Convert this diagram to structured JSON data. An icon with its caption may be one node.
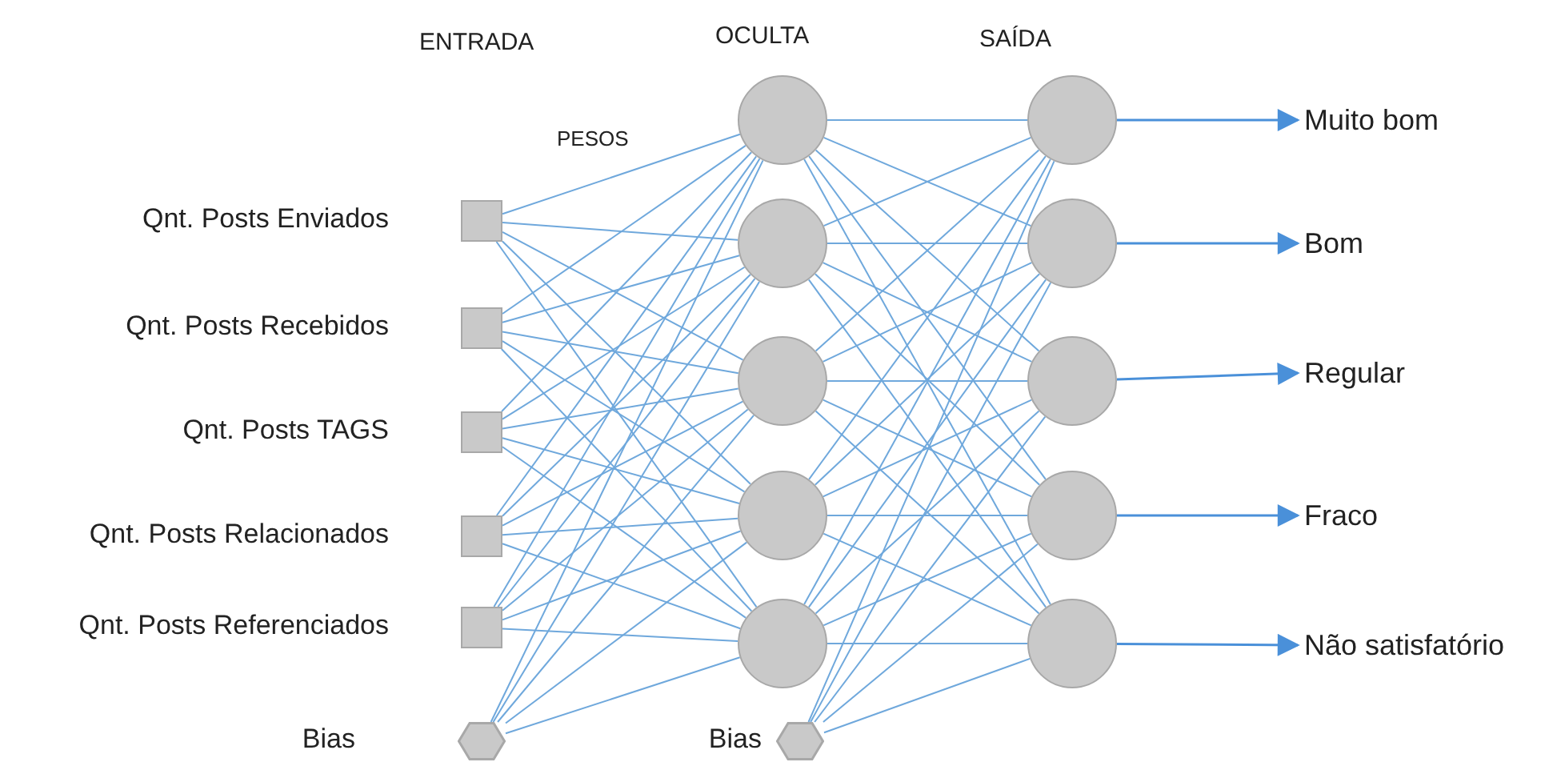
{
  "diagram": {
    "nodes": [
      {
        "text": [],
        "shape": "box",
        "beside": [
          "Qnt. Posts Enviados"
        ]
      },
      {
        "text": [],
        "shape": "box",
        "beside": [
          "Qnt. Posts Recebidos"
        ]
      },
      {
        "text": [],
        "shape": "box",
        "beside": [
          "Qnt. Posts TAGS"
        ]
      },
      {
        "text": [],
        "shape": "box",
        "beside": [
          "Qnt. Posts Relacionados"
        ]
      },
      {
        "text": [],
        "shape": "box",
        "beside": [
          "Qnt. Posts Referenciados"
        ]
      },
      {
        "text": [],
        "shape": "hexagon",
        "beside": [
          "Bias"
        ]
      },
      {
        "text": [],
        "shape": "circle"
      },
      {
        "text": [],
        "shape": "circle"
      },
      {
        "text": [],
        "shape": "circle"
      },
      {
        "text": [],
        "shape": "circle"
      },
      {
        "text": [],
        "shape": "circle"
      },
      {
        "text": [],
        "shape": "hexagon",
        "beside": [
          "Bias"
        ]
      },
      {
        "text": [],
        "shape": "circle"
      },
      {
        "text": [],
        "shape": "circle"
      },
      {
        "text": [],
        "shape": "circle"
      },
      {
        "text": [],
        "shape": "circle"
      },
      {
        "text": [],
        "shape": "circle"
      },
      {
        "text": [
          "Muito bom"
        ]
      },
      {
        "text": [
          "Bom"
        ]
      },
      {
        "text": [
          "Regular"
        ]
      },
      {
        "text": [
          "Fraco"
        ]
      },
      {
        "text": [
          "Não satisfatório"
        ]
      }
    ],
    "edges": [
      {
        "from": 0,
        "to": 6,
        "arrow": "none"
      },
      {
        "from": 0,
        "to": 7,
        "arrow": "none"
      },
      {
        "from": 0,
        "to": 8,
        "arrow": "none"
      },
      {
        "from": 0,
        "to": 9,
        "arrow": "none"
      },
      {
        "from": 0,
        "to": 10,
        "arrow": "none"
      },
      {
        "from": 1,
        "to": 6,
        "arrow": "none"
      },
      {
        "from": 1,
        "to": 7,
        "arrow": "none"
      },
      {
        "from": 1,
        "to": 8,
        "arrow": "none"
      },
      {
        "from": 1,
        "to": 9,
        "arrow": "none"
      },
      {
        "from": 1,
        "to": 10,
        "arrow": "none"
      },
      {
        "from": 2,
        "to": 6,
        "arrow": "none"
      },
      {
        "from": 2,
        "to": 7,
        "arrow": "none"
      },
      {
        "from": 2,
        "to": 8,
        "arrow": "none"
      },
      {
        "from": 2,
        "to": 9,
        "arrow": "none"
      },
      {
        "from": 2,
        "to": 10,
        "arrow": "none"
      },
      {
        "from": 3,
        "to": 6,
        "arrow": "none"
      },
      {
        "from": 3,
        "to": 7,
        "arrow": "none"
      },
      {
        "from": 3,
        "to": 8,
        "arrow": "none"
      },
      {
        "from": 3,
        "to": 9,
        "arrow": "none"
      },
      {
        "from": 3,
        "to": 10,
        "arrow": "none"
      },
      {
        "from": 4,
        "to": 6,
        "arrow": "none"
      },
      {
        "from": 4,
        "to": 7,
        "arrow": "none"
      },
      {
        "from": 4,
        "to": 8,
        "arrow": "none"
      },
      {
        "from": 4,
        "to": 9,
        "arrow": "none"
      },
      {
        "from": 4,
        "to": 10,
        "arrow": "none"
      },
      {
        "from": 5,
        "to": 6,
        "arrow": "none"
      },
      {
        "from": 5,
        "to": 7,
        "arrow": "none"
      },
      {
        "from": 5,
        "to": 8,
        "arrow": "none"
      },
      {
        "from": 5,
        "to": 9,
        "arrow": "none"
      },
      {
        "from": 5,
        "to": 10,
        "arrow": "none"
      },
      {
        "from": 6,
        "to": 12,
        "arrow": "none"
      },
      {
        "from": 6,
        "to": 13,
        "arrow": "none"
      },
      {
        "from": 6,
        "to": 14,
        "arrow": "none"
      },
      {
        "from": 6,
        "to": 15,
        "arrow": "none"
      },
      {
        "from": 6,
        "to": 16,
        "arrow": "none"
      },
      {
        "from": 7,
        "to": 12,
        "arrow": "none"
      },
      {
        "from": 7,
        "to": 13,
        "arrow": "none"
      },
      {
        "from": 7,
        "to": 14,
        "arrow": "none"
      },
      {
        "from": 7,
        "to": 15,
        "arrow": "none"
      },
      {
        "from": 7,
        "to": 16,
        "arrow": "none"
      },
      {
        "from": 8,
        "to": 12,
        "arrow": "none"
      },
      {
        "from": 8,
        "to": 13,
        "arrow": "none"
      },
      {
        "from": 8,
        "to": 14,
        "arrow": "none"
      },
      {
        "from": 8,
        "to": 15,
        "arrow": "none"
      },
      {
        "from": 8,
        "to": 16,
        "arrow": "none"
      },
      {
        "from": 9,
        "to": 12,
        "arrow": "none"
      },
      {
        "from": 9,
        "to": 13,
        "arrow": "none"
      },
      {
        "from": 9,
        "to": 14,
        "arrow": "none"
      },
      {
        "from": 9,
        "to": 15,
        "arrow": "none"
      },
      {
        "from": 9,
        "to": 16,
        "arrow": "none"
      },
      {
        "from": 10,
        "to": 12,
        "arrow": "none"
      },
      {
        "from": 10,
        "to": 13,
        "arrow": "none"
      },
      {
        "from": 10,
        "to": 14,
        "arrow": "none"
      },
      {
        "from": 10,
        "to": 15,
        "arrow": "none"
      },
      {
        "from": 10,
        "to": 16,
        "arrow": "none"
      },
      {
        "from": 11,
        "to": 12,
        "arrow": "none"
      },
      {
        "from": 11,
        "to": 13,
        "arrow": "none"
      },
      {
        "from": 11,
        "to": 14,
        "arrow": "none"
      },
      {
        "from": 11,
        "to": 15,
        "arrow": "none"
      },
      {
        "from": 11,
        "to": 16,
        "arrow": "none"
      },
      {
        "from": 12,
        "to": 17,
        "arrow": "to"
      },
      {
        "from": 13,
        "to": 18,
        "arrow": "to"
      },
      {
        "from": 14,
        "to": 19,
        "arrow": "to"
      },
      {
        "from": 15,
        "to": 20,
        "arrow": "to"
      },
      {
        "from": 16,
        "to": 21,
        "arrow": "to"
      }
    ],
    "labels": [
      "ENTRADA",
      "OCULTA",
      "SAÍDA",
      "PESOS"
    ]
  }
}
